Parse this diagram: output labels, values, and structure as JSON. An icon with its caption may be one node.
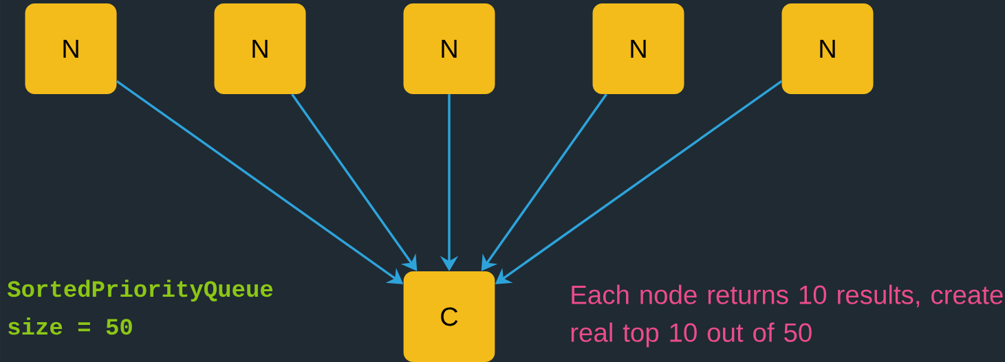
{
  "diagram": {
    "nodes": [
      {
        "text": [
          "N"
        ]
      },
      {
        "text": [
          "N"
        ]
      },
      {
        "text": [
          "N"
        ]
      },
      {
        "text": [
          "N"
        ]
      },
      {
        "text": [
          "N"
        ]
      },
      {
        "text": [
          "C"
        ]
      }
    ],
    "edges": [
      {
        "from": 0,
        "to": 5,
        "arrow": "to"
      },
      {
        "from": 1,
        "to": 5,
        "arrow": "to"
      },
      {
        "from": 2,
        "to": 5,
        "arrow": "to"
      },
      {
        "from": 3,
        "to": 5,
        "arrow": "to"
      },
      {
        "from": 4,
        "to": 5,
        "arrow": "to"
      }
    ],
    "labels": [
      "SortedPriorityQueue",
      "size = 50",
      "Each node returns 10 results, create real top 10 out of 50"
    ]
  }
}
